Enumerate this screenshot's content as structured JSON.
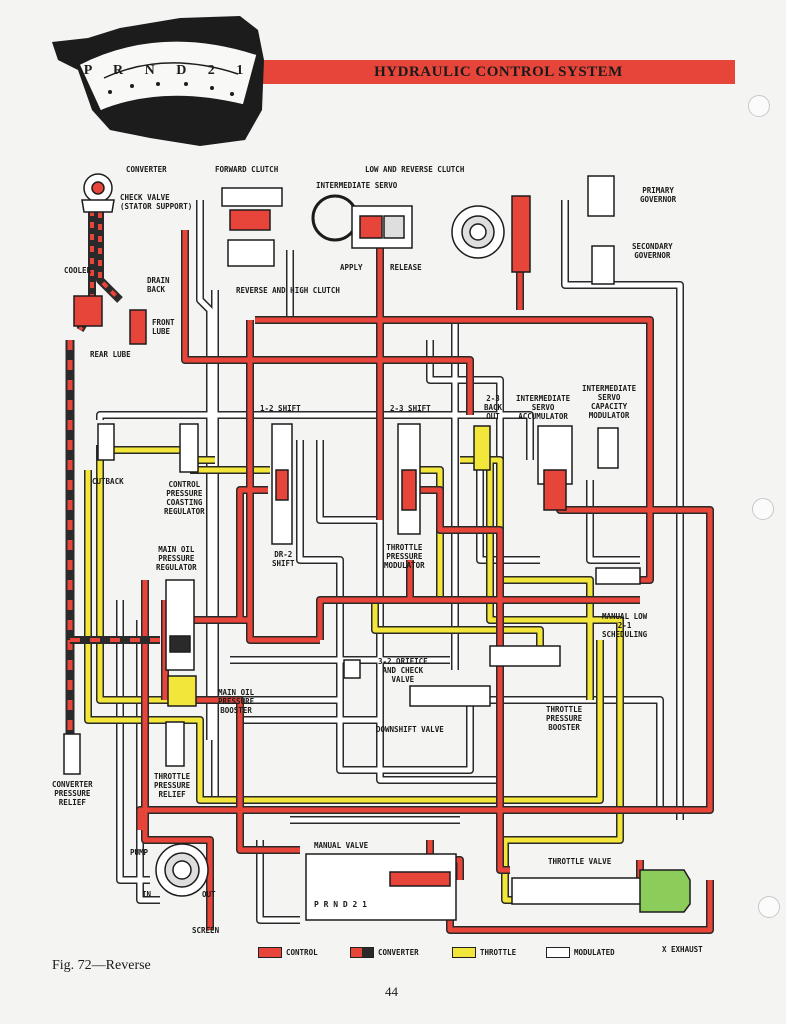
{
  "header": {
    "title": "HYDRAULIC CONTROL SYSTEM",
    "selector_positions": "P R N D 2 1"
  },
  "colors": {
    "control": "#e8453a",
    "converter_dark": "#2a2a2a",
    "throttle": "#f2e63a",
    "modulated": "#ffffff",
    "valve_green": "#8ccc5a"
  },
  "labels": {
    "converter": "CONVERTER",
    "forward_clutch": "FORWARD CLUTCH",
    "low_reverse_clutch": "LOW AND REVERSE CLUTCH",
    "intermediate_servo": "INTERMEDIATE SERVO",
    "check_valve": "CHECK VALVE\n(STATOR SUPPORT)",
    "primary_governor": "PRIMARY\nGOVERNOR",
    "secondary_governor": "SECONDARY\nGOVERNOR",
    "cooler": "COOLER",
    "drain_back": "DRAIN\nBACK",
    "front_lube": "FRONT\nLUBE",
    "rear_lube": "REAR LUBE",
    "apply": "APPLY",
    "release": "RELEASE",
    "reverse_high_clutch": "REVERSE AND HIGH CLUTCH",
    "shift_12": "1-2 SHIFT",
    "shift_23": "2-3 SHIFT",
    "backout_23": "2-3\nBACK\nOUT",
    "intermediate_servo_accumulator": "INTERMEDIATE\nSERVO\nACCUMULATOR",
    "intermediate_servo_capacity_modulator": "INTERMEDIATE\nSERVO\nCAPACITY\nMODULATOR",
    "cutback": "CUTBACK",
    "control_pressure_coasting_regulator": "CONTROL\nPRESSURE\nCOASTING\nREGULATOR",
    "dr2_shift": "DR-2\nSHIFT",
    "throttle_pressure_modulator": "THROTTLE\nPRESSURE\nMODULATOR",
    "main_oil_pressure_regulator": "MAIN OIL\nPRESSURE\nREGULATOR",
    "manual_low_scheduling": "MANUAL LOW\n2-1\nSCHEDULING",
    "orifice_check_valve": "3-2 ORIFICE\nAND CHECK\nVALVE",
    "main_oil_pressure_booster": "MAIN OIL\nPRESSURE\nBOOSTER",
    "throttle_pressure_booster": "THROTTLE\nPRESSURE\nBOOSTER",
    "downshift_valve": "DOWNSHIFT VALVE",
    "converter_pressure_relief": "CONVERTER\nPRESSURE\nRELIEF",
    "throttle_pressure_relief": "THROTTLE\nPRESSURE\nRELIEF",
    "manual_valve": "MANUAL VALVE",
    "manual_valve_positions": "P R N D 2 1",
    "throttle_valve": "THROTTLE VALVE",
    "pump": "PUMP",
    "pump_in": "IN",
    "pump_out": "OUT",
    "screen": "SCREEN"
  },
  "legend": {
    "control": "CONTROL",
    "converter": "CONVERTER",
    "throttle": "THROTTLE",
    "modulated": "MODULATED",
    "exhaust": "X EXHAUST"
  },
  "footer": {
    "figure_caption": "Fig. 72—Reverse",
    "page_number": "44"
  }
}
